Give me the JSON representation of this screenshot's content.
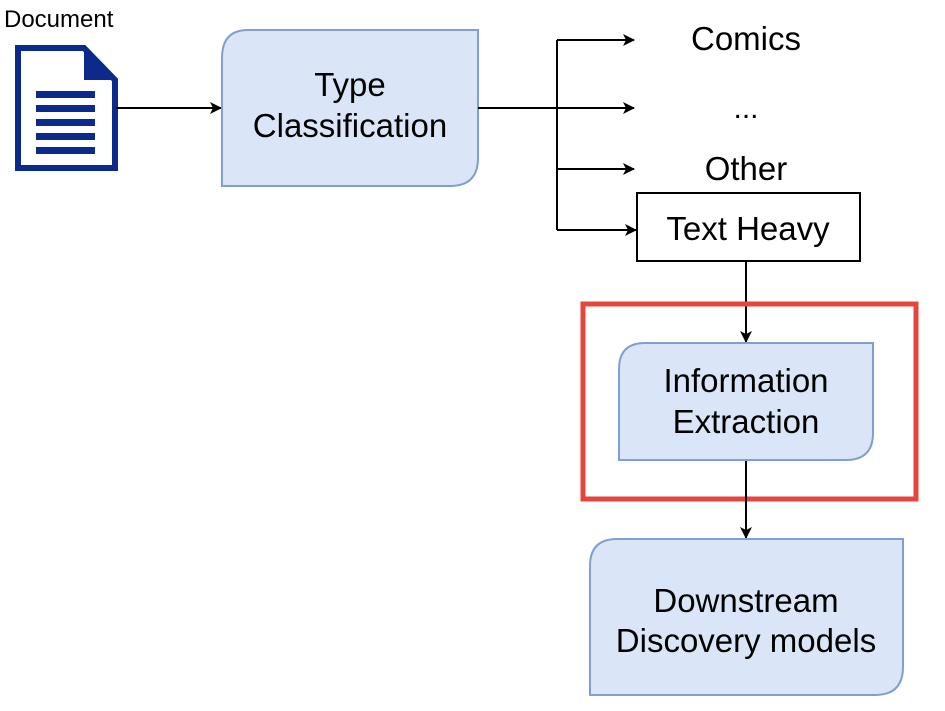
{
  "diagram": {
    "source": {
      "label": "Document",
      "icon": "document-icon",
      "icon_color": "#0b2a8c"
    },
    "type_classification": {
      "line1": "Type",
      "line2": "Classification"
    },
    "outputs": {
      "comics": "Comics",
      "ellipsis": "...",
      "other": "Other",
      "text_heavy": "Text Heavy"
    },
    "information_extraction": {
      "line1": "Information",
      "line2": "Extraction"
    },
    "downstream": {
      "line1": "Downstream",
      "line2": "Discovery models"
    },
    "colors": {
      "process_fill": "#dae6f7",
      "process_stroke": "#7f9fd1",
      "highlight_border": "#e5453a",
      "arrow": "#000000"
    }
  }
}
